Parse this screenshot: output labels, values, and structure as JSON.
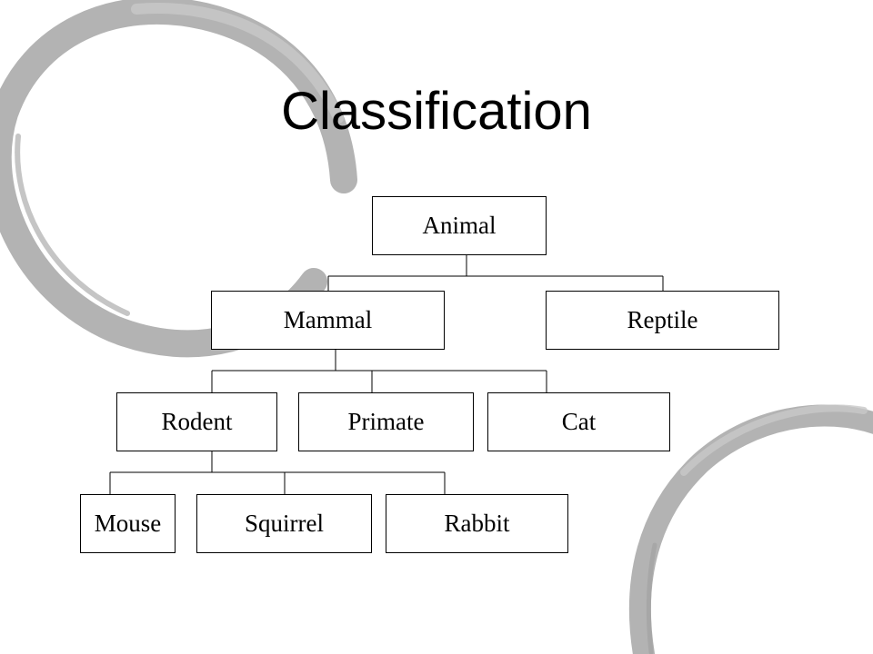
{
  "title": "Classification",
  "tree": {
    "root": "Animal",
    "level1": [
      "Mammal",
      "Reptile"
    ],
    "level2": [
      "Rodent",
      "Primate",
      "Cat"
    ],
    "level3": [
      "Mouse",
      "Squirrel",
      "Rabbit"
    ]
  },
  "colors": {
    "decoration": "#b3b3b3",
    "box_border": "#000000",
    "text": "#000000",
    "background": "#ffffff"
  }
}
